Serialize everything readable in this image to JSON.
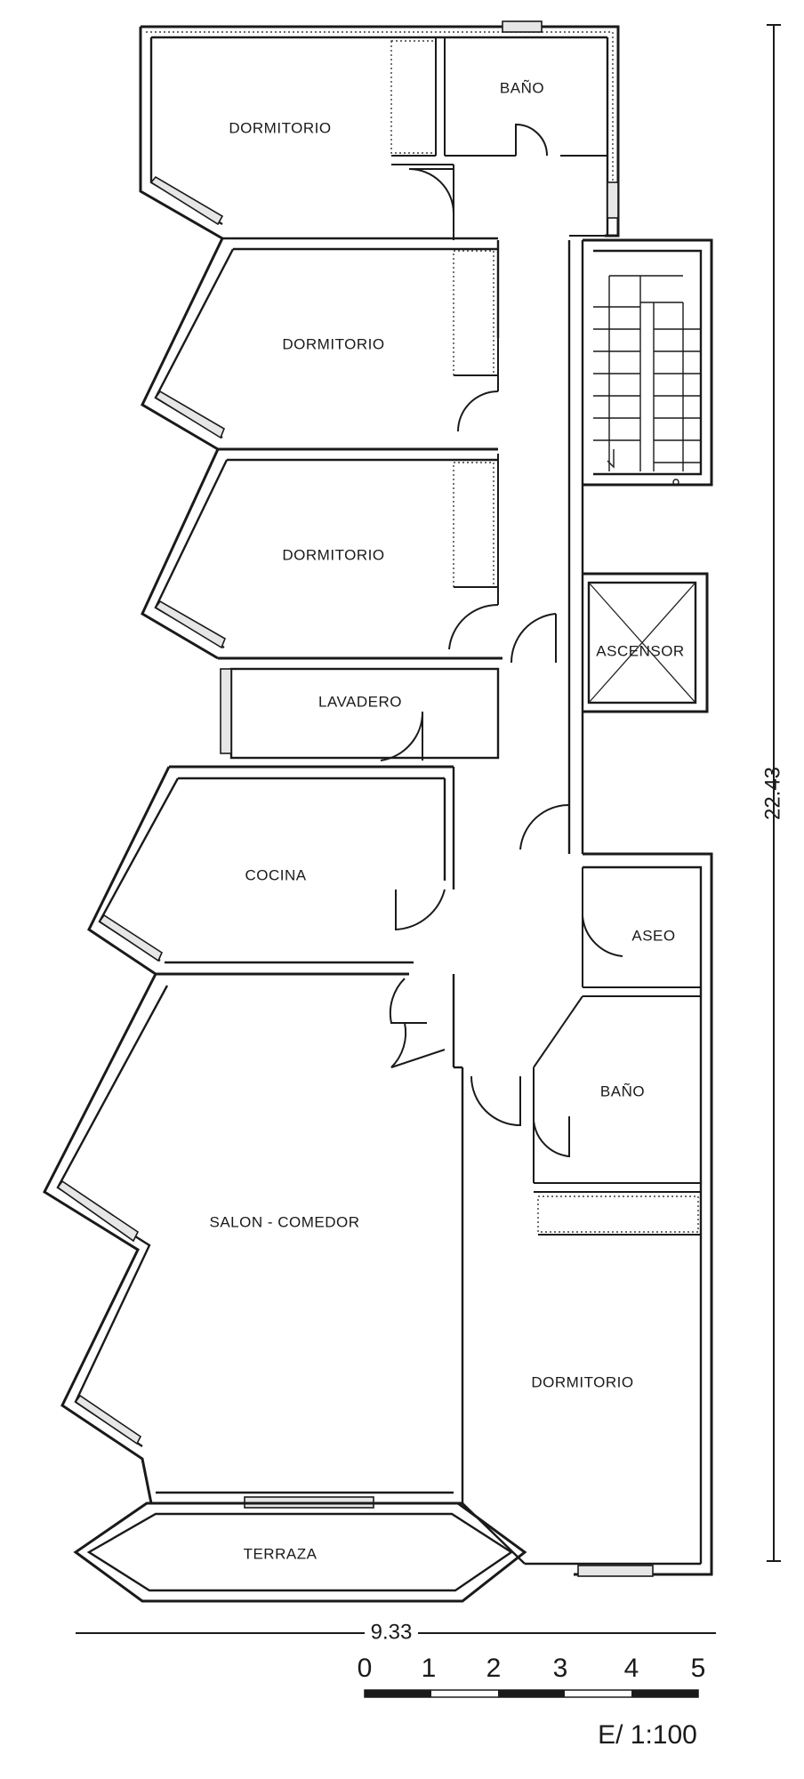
{
  "plan": {
    "rooms": {
      "dormitorio_1": "DORMITORIO",
      "bano_1": "BAÑO",
      "dormitorio_2": "DORMITORIO",
      "dormitorio_3": "DORMITORIO",
      "ascensor": "ASCENSOR",
      "lavadero": "LAVADERO",
      "cocina": "COCINA",
      "aseo": "ASEO",
      "bano_2": "BAÑO",
      "salon_comedor": "SALON - COMEDOR",
      "dormitorio_4": "DORMITORIO",
      "terraza": "TERRAZA"
    },
    "dimensions": {
      "height": "22.43",
      "width": "9.33"
    },
    "scale": {
      "ticks": [
        "0",
        "1",
        "2",
        "3",
        "4",
        "5"
      ],
      "label": "E/ 1:100"
    }
  }
}
